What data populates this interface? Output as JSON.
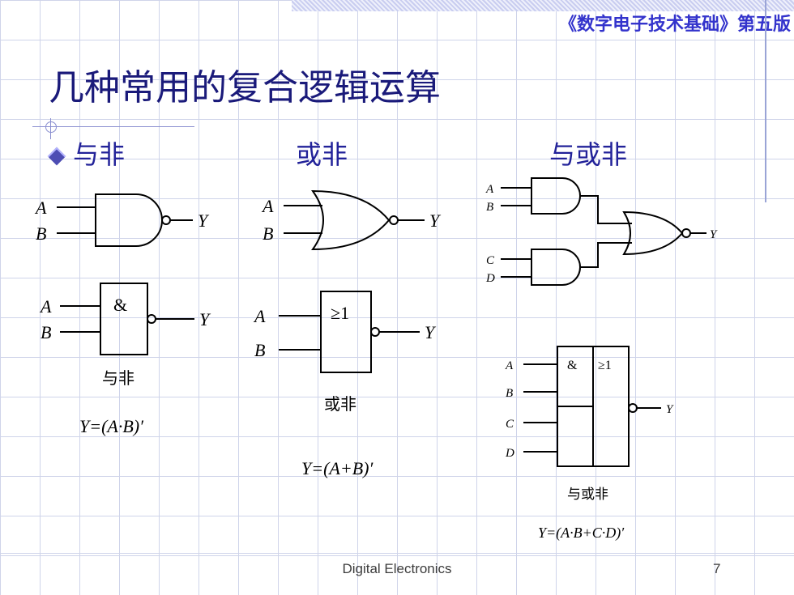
{
  "header": {
    "book_title": "《数字电子技术基础》第五版"
  },
  "slide": {
    "title": "几种常用的复合逻辑运算",
    "headings": {
      "nand": "与非",
      "nor": "或非",
      "and_or_not": "与或非"
    }
  },
  "symbols": {
    "inputs": {
      "A": "A",
      "B": "B",
      "C": "C",
      "D": "D"
    },
    "output": "Y",
    "and_symbol": "&",
    "or_symbol": "≥1"
  },
  "captions": {
    "nand": "与非",
    "nor": "或非",
    "and_or_not": "与或非"
  },
  "formulas": {
    "nand": "Y=(A·B)′",
    "nor": "Y=(A+B)′",
    "and_or_not": "Y=(A·B+C·D)′"
  },
  "footer": {
    "text": "Digital Electronics",
    "page": "7"
  },
  "colors": {
    "title": "#1a1a7a",
    "heading": "#222299",
    "book_title": "#3333cc",
    "grid": "#cfd4ea"
  }
}
